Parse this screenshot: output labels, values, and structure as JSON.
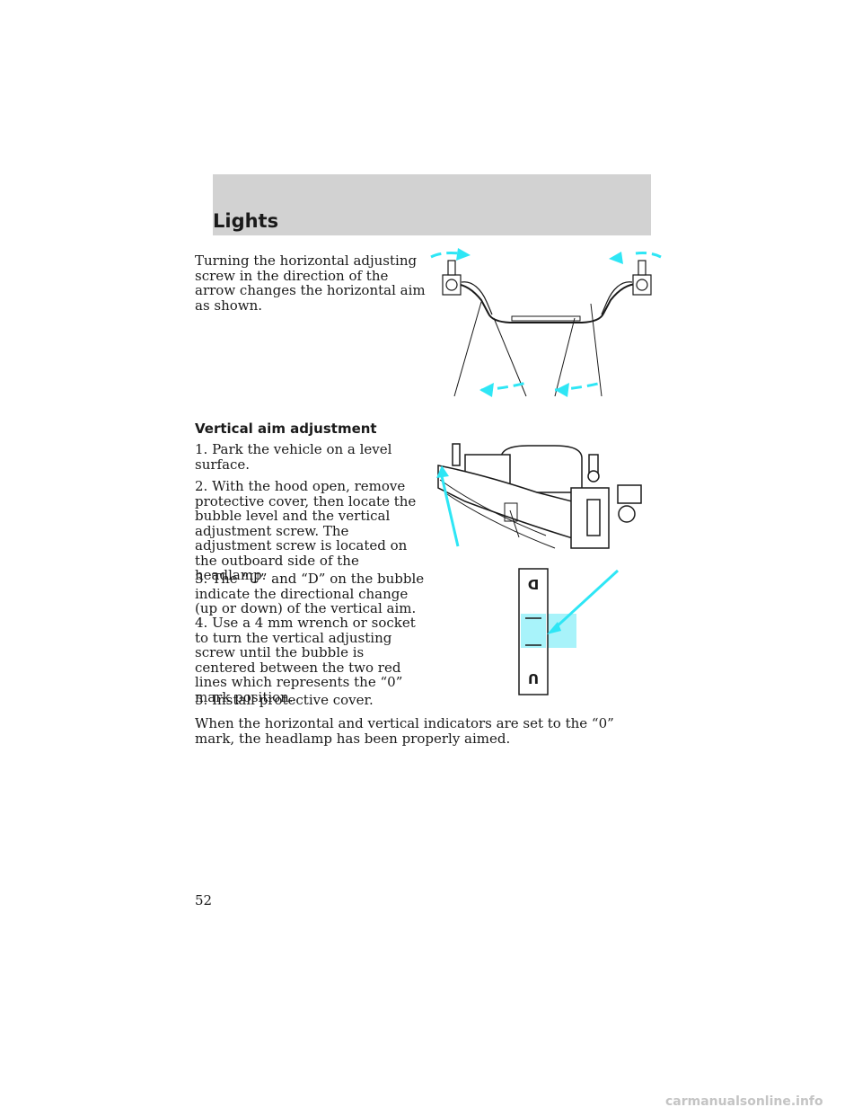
{
  "header": {
    "section_title": "Lights"
  },
  "content": {
    "intro": "Turning the horizontal adjusting screw in the direction of the arrow changes the horizontal aim as shown.",
    "subheading": "Vertical aim adjustment",
    "steps": [
      "1. Park the vehicle on a level surface.",
      "2. With the hood open, remove protective cover, then locate the bubble level and the vertical adjustment screw. The adjustment screw is located on the outboard side of the headlamp.",
      "3. The “U” and “D” on the bubble indicate the directional change (up or down) of the vertical aim.",
      "4. Use a 4 mm wrench or socket to turn the vertical adjusting screw until the bubble is centered between the two red lines which represents the “0” mark position.",
      "5. Install protective cover."
    ],
    "conclusion": "When the horizontal and vertical indicators are set to the “0” mark, the headlamp has been properly aimed."
  },
  "figures": {
    "bubble_level": {
      "top_letter": "D",
      "bottom_letter": "U"
    }
  },
  "colors": {
    "header_band": "#d2d2d2",
    "arrow": "#2ee6f5",
    "bubble": "#a8f3fa"
  },
  "page_number": "52",
  "watermark": "carmanualsonline.info"
}
